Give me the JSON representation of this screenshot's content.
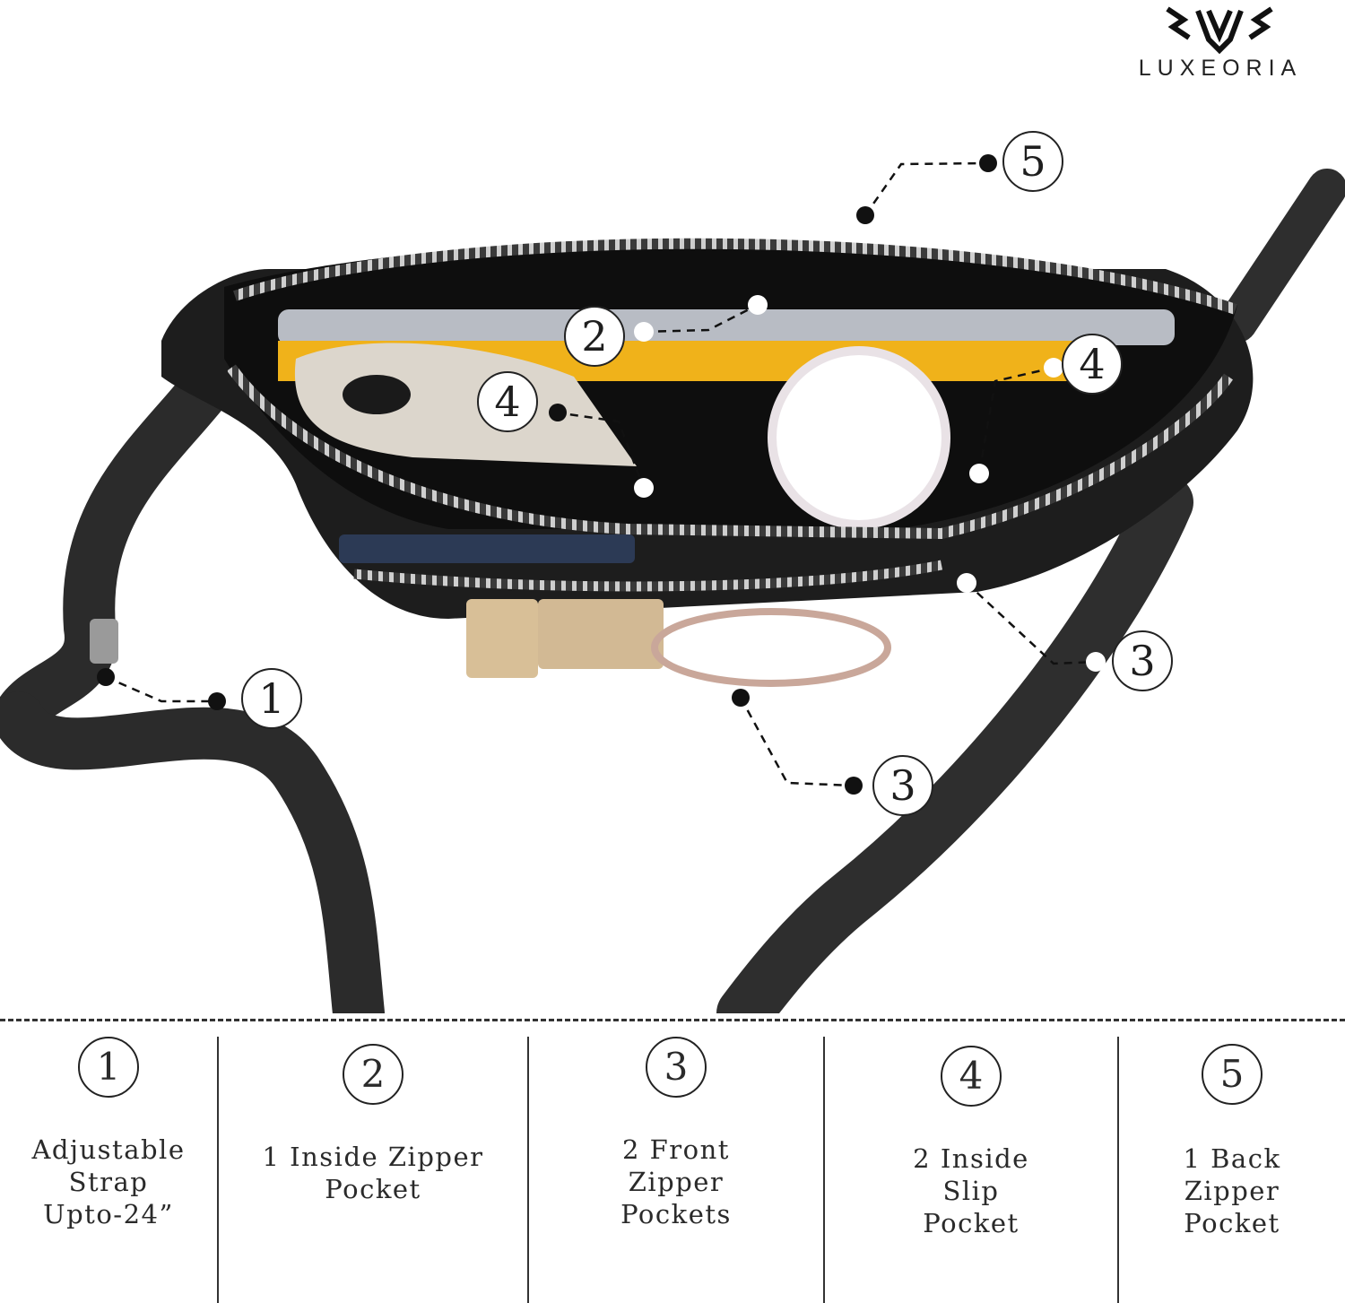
{
  "brand": {
    "name": "LUXEORIA",
    "logo_icon": "luxeoria-crest-icon"
  },
  "callouts": [
    "1",
    "2",
    "3",
    "3",
    "4",
    "4",
    "5"
  ],
  "features": [
    {
      "number": "1",
      "label": "Adjustable\nStrap\nUpto-24”"
    },
    {
      "number": "2",
      "label": "1 Inside Zipper\nPocket"
    },
    {
      "number": "3",
      "label": "2 Front\nZipper\nPockets"
    },
    {
      "number": "4",
      "label": "2 Inside\nSlip\nPocket"
    },
    {
      "number": "5",
      "label": "1 Back\nZipper\nPocket"
    }
  ]
}
